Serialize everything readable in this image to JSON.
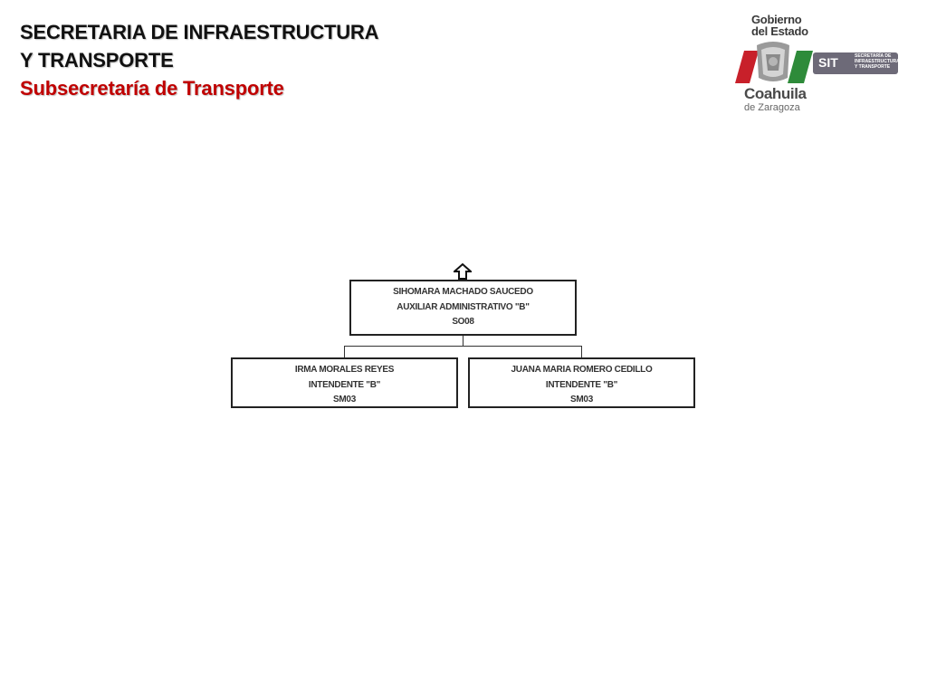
{
  "header": {
    "line1": "SECRETARIA DE INFRAESTRUCTURA",
    "line2": "Y TRANSPORTE",
    "line3": "Subsecretaría de Transporte"
  },
  "logo": {
    "gobierno": "Gobierno",
    "del_estado": "del Estado",
    "coahuila": "Coahuila",
    "zaragoza": "de Zaragoza",
    "sit": "SIT",
    "sit_sub": "SECRETARÍA DE INFRAESTRUCTURA Y TRANSPORTE"
  },
  "org_chart": {
    "up_icon": "up-arrow-icon",
    "root": {
      "name": "SIHOMARA MACHADO SAUCEDO",
      "position": "AUXILIAR ADMINISTRATIVO \"B\"",
      "code": "SO08"
    },
    "children": [
      {
        "name": "IRMA MORALES REYES",
        "position": "INTENDENTE \"B\"",
        "code": "SM03"
      },
      {
        "name": "JUANA MARIA ROMERO CEDILLO",
        "position": "INTENDENTE \"B\"",
        "code": "SM03"
      }
    ]
  },
  "colors": {
    "title": "#111111",
    "subtitle": "#c00000",
    "border": "#222222"
  }
}
